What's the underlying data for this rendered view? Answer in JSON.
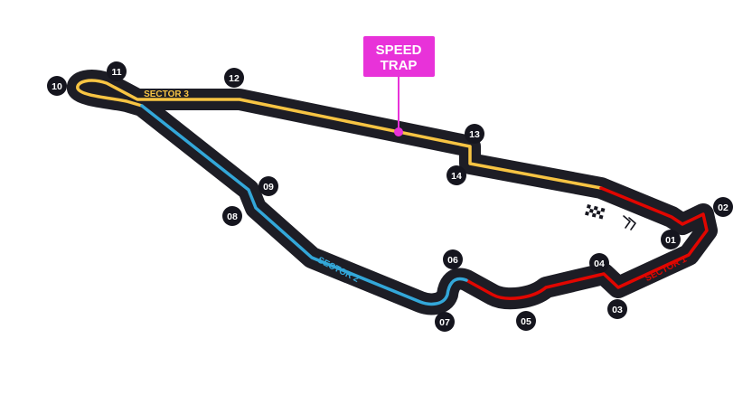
{
  "colors": {
    "track_outline": "#1d1d25",
    "sector1": "#e10600",
    "sector2": "#33a7d9",
    "sector3": "#f7c443",
    "speed_trap": "#e832d9",
    "turn_badge": "#15151e"
  },
  "speed_trap": {
    "line1": "SPEED",
    "line2": "TRAP"
  },
  "sectors": [
    {
      "id": "sector1",
      "label": "SECTOR 1"
    },
    {
      "id": "sector2",
      "label": "SECTOR 2"
    },
    {
      "id": "sector3",
      "label": "SECTOR 3"
    }
  ],
  "turns": [
    "01",
    "02",
    "03",
    "04",
    "05",
    "06",
    "07",
    "08",
    "09",
    "10",
    "11",
    "12",
    "13",
    "14"
  ],
  "icons": [
    "chequered-flag-icon",
    "direction-chevrons-icon"
  ]
}
